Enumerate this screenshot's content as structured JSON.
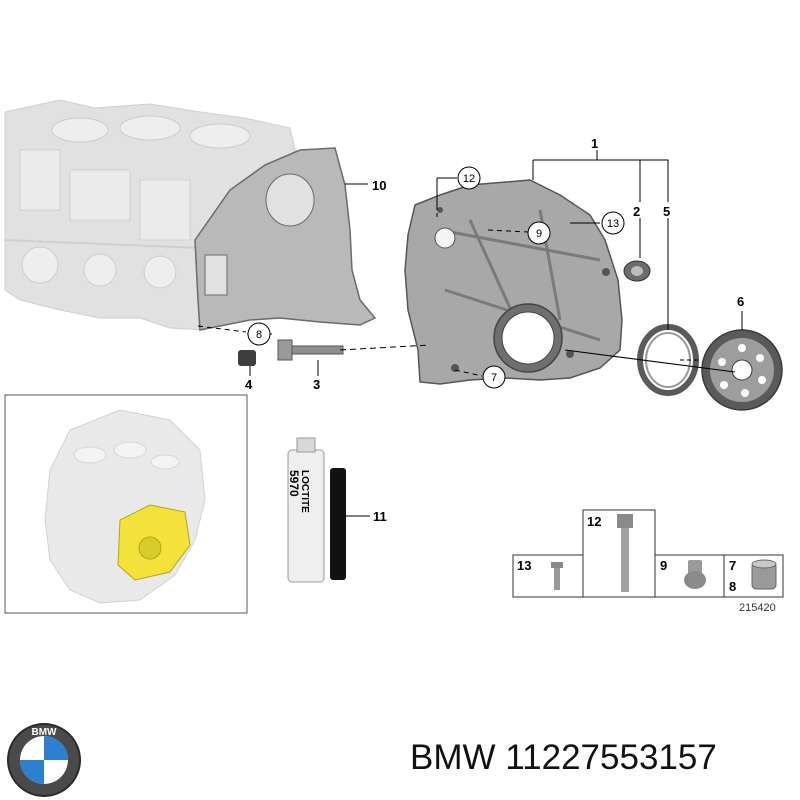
{
  "callouts": {
    "c1": "1",
    "c2": "2",
    "c3": "3",
    "c4": "4",
    "c5": "5",
    "c6": "6",
    "c7": "7",
    "c8": "8",
    "c9": "9",
    "c10": "10",
    "c11": "11",
    "c12": "12",
    "c13": "13"
  },
  "sealant_tube_label": {
    "brand": "LOCTITE",
    "product": "5970"
  },
  "fastener_legend": {
    "cell_13": "13",
    "cell_12": "12",
    "cell_9": "9",
    "cell_7": "7",
    "cell_8": "8"
  },
  "diagram_ref": "215420",
  "footer": {
    "brand": "BMW",
    "part_number": "11227553157"
  },
  "logo": {
    "letters": "BMW"
  },
  "colors": {
    "part_grey": "#d9d9d9",
    "cover_grey": "#a8a8a8",
    "highlight_yellow": "#f2e23a",
    "logo_blue": "#2e7fd0",
    "line": "#000000"
  }
}
